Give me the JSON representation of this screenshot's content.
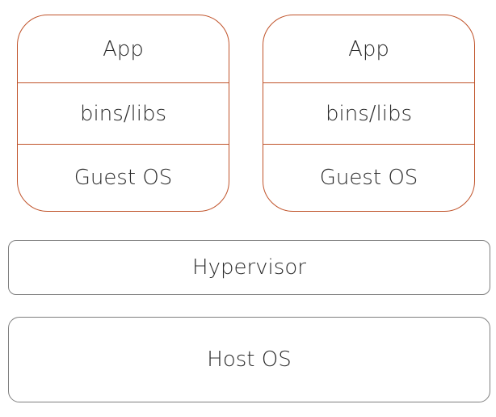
{
  "vms": [
    {
      "app": "App",
      "bins": "bins/libs",
      "guest_os": "Guest OS"
    },
    {
      "app": "App",
      "bins": "bins/libs",
      "guest_os": "Guest OS"
    }
  ],
  "hypervisor": "Hypervisor",
  "host_os": "Host OS",
  "colors": {
    "vm_border": "#c0532a",
    "layer_border": "#7f7f7f",
    "text": "#2b2b2b"
  }
}
